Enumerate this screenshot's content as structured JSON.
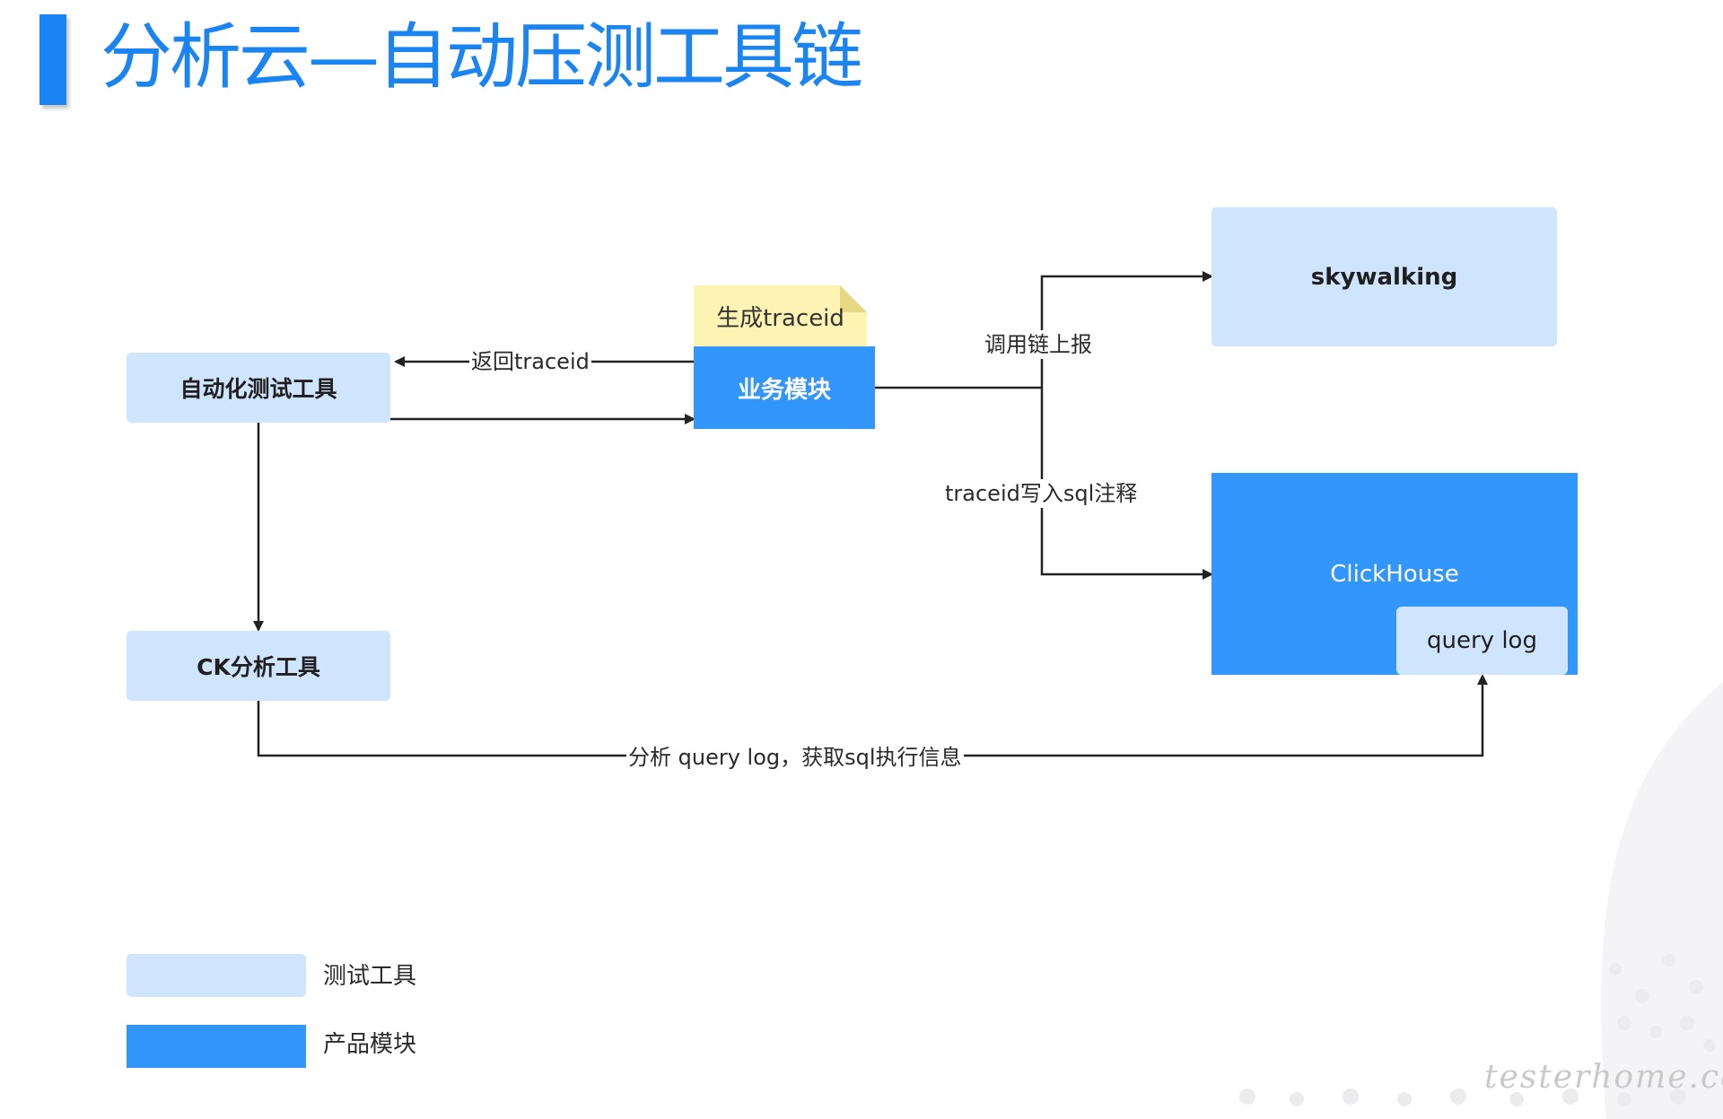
{
  "title": "分析云—自动压测工具链",
  "nodes": {
    "auto_test_tool": "自动化测试工具",
    "biz_module": "业务模块",
    "traceid_note": "生成traceid",
    "skywalking": "skywalking",
    "clickhouse": "ClickHouse",
    "query_log": "query log",
    "ck_tool": "CK分析工具"
  },
  "edges": {
    "return_traceid": "返回traceid",
    "trace_report": "调用链上报",
    "traceid_sql": "traceid写入sql注释",
    "analyze_log": "分析 query log，获取sql执行信息"
  },
  "legend": [
    {
      "label": "测试工具",
      "color": "#cfe5fd"
    },
    {
      "label": "产品模块",
      "color": "#3396fc"
    }
  ],
  "watermark": "testerhome.com",
  "colors": {
    "title": "#1a84f2",
    "test_tool": "#cfe5fd",
    "product": "#3396fc",
    "note": "#fdf3b3"
  }
}
